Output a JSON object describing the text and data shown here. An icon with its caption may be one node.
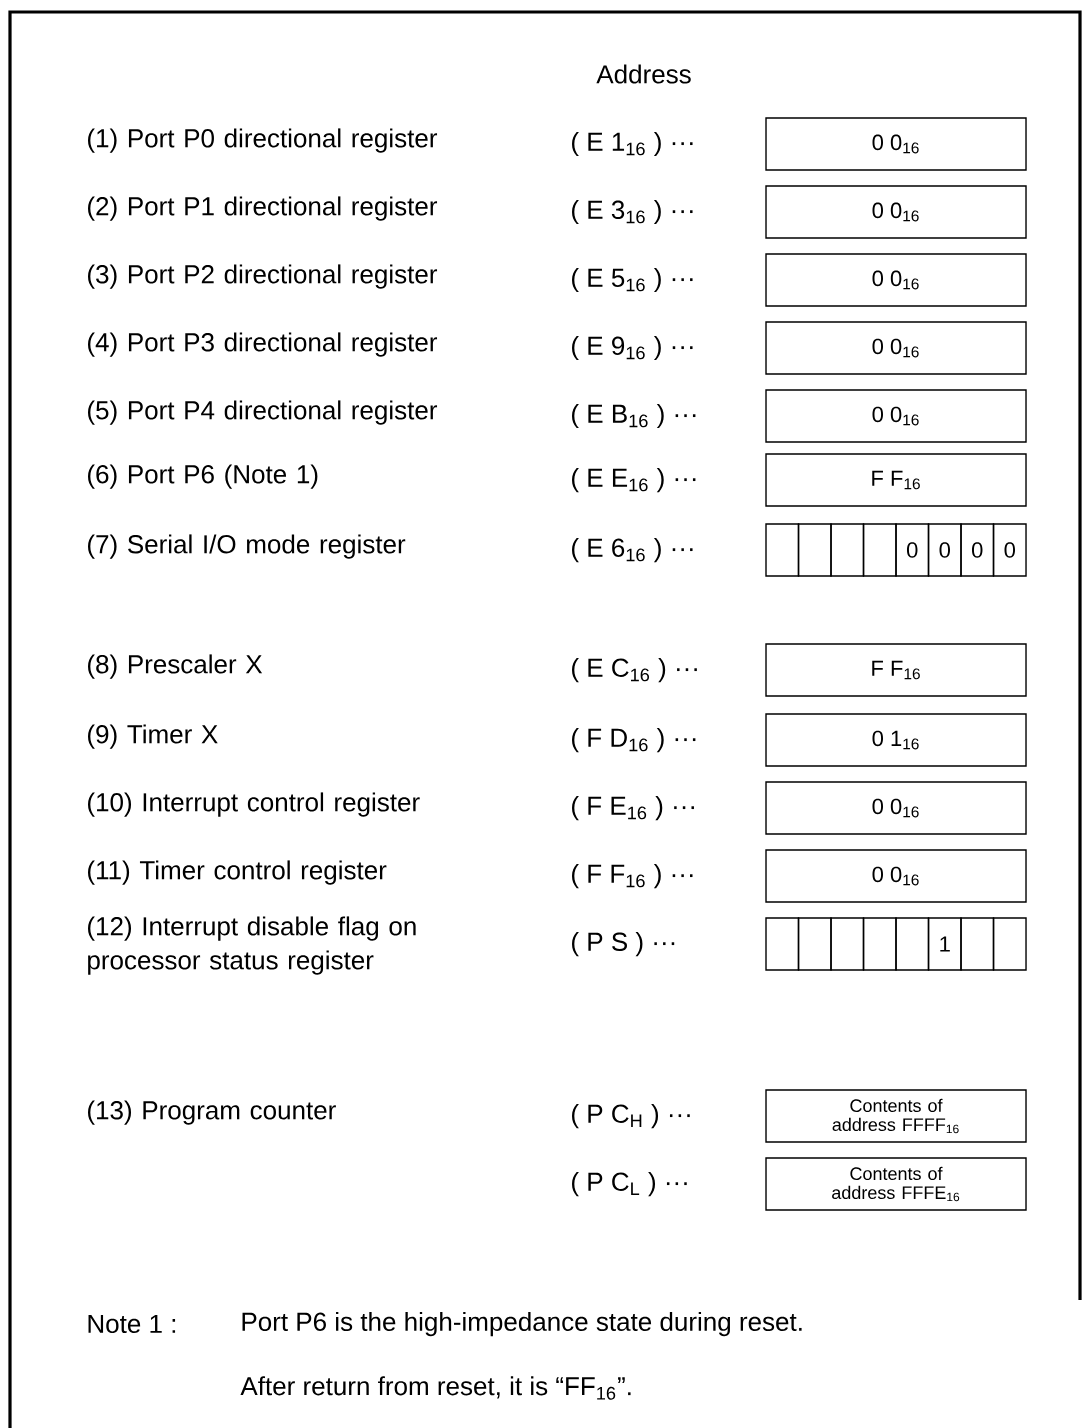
{
  "diagram": {
    "nodes": [
      {
        "text": [
          "0 0$_{16}$"
        ]
      },
      {
        "text": [
          "0 0$_{16}$"
        ]
      },
      {
        "text": [
          "0 0$_{16}$"
        ]
      },
      {
        "text": [
          "0 0$_{16}$"
        ]
      },
      {
        "text": [
          "0 0$_{16}$"
        ]
      },
      {
        "text": [
          "F F$_{16}$"
        ]
      },
      {
        "text": [],
        "shape": "box"
      },
      {
        "text": [],
        "shape": "box"
      },
      {
        "text": [],
        "shape": "box"
      },
      {
        "text": [],
        "shape": "box"
      },
      {
        "text": [
          "0"
        ]
      },
      {
        "text": [
          "0"
        ]
      },
      {
        "text": [
          "0"
        ]
      },
      {
        "text": [
          "0"
        ]
      },
      {
        "text": [
          "F F$_{16}$"
        ]
      },
      {
        "text": [
          "0 1$_{16}$"
        ]
      },
      {
        "text": [
          "0 0$_{16}$"
        ]
      },
      {
        "text": [
          "0 0$_{16}$"
        ]
      },
      {
        "text": [],
        "shape": "box"
      },
      {
        "text": [],
        "shape": "box"
      },
      {
        "text": [],
        "shape": "box"
      },
      {
        "text": [],
        "shape": "box"
      },
      {
        "text": [],
        "shape": "box"
      },
      {
        "text": [
          "1"
        ]
      },
      {
        "text": [],
        "shape": "box"
      },
      {
        "text": [],
        "shape": "box"
      },
      {
        "text": [
          "Contents of address FFFF$_{16}$"
        ]
      },
      {
        "text": [
          "Contents of address FFFE$_{16}$"
        ]
      }
    ],
    "labels": [
      "Address",
      "(1) Port P0 directional register",
      "( E 1$_{16}$ ) ···",
      "(2) Port P1 directional register",
      "( E 3$_{16}$ ) ···",
      "(3) Port P2 directional register",
      "( E 5$_{16}$ ) ···",
      "(4) Port P3 directional register",
      "( E 9$_{16}$ ) ···",
      "(5) Port P4 directional register",
      "( E B$_{16}$ ) ···",
      "(6) Port P6 (Note 1)",
      "( E E$_{16}$ ) ···",
      "(7) Serial I/O mode register",
      "( E 6$_{16}$ ) ···",
      "(8) Prescaler X",
      "( E C$_{16}$ ) ···",
      "(9) Timer X",
      "( F D$_{16}$ ) ···",
      "(10) Interrupt control register",
      "( F E$_{16}$ ) ···",
      "(11) Timer control register",
      "( F F$_{16}$ ) ···",
      "(12) Interrupt disable flag on processor status register",
      "( P S ) ···",
      "(13) Program counter",
      "( P C$_{H}$ ) ···",
      "( P C$_{L}$ ) ···",
      "Note 1 :",
      "Port P6 is the high-impedance state during reset.",
      "After return from reset, it is “FF$_{16}$”."
    ]
  }
}
